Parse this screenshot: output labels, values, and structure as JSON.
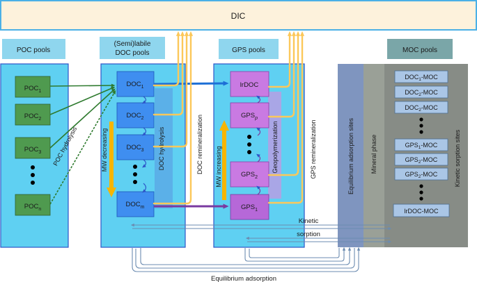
{
  "dic": {
    "label": "DIC"
  },
  "headers": {
    "poc": "POC pools",
    "doc_line1": "(Semi)labile",
    "doc_line2": "DOC pools",
    "gps": "GPS pools",
    "moc": "MOC pools"
  },
  "poc_pools": [
    {
      "base": "POC",
      "sub": "1"
    },
    {
      "base": "POC",
      "sub": "2"
    },
    {
      "base": "POC",
      "sub": "3"
    },
    {
      "base": "POC",
      "sub": "n"
    }
  ],
  "doc_pools": [
    {
      "base": "DOC",
      "sub": "1"
    },
    {
      "base": "DOC",
      "sub": "2"
    },
    {
      "base": "DOC",
      "sub": "3"
    },
    {
      "base": "DOC",
      "sub": "m"
    }
  ],
  "gps_pools": [
    {
      "base": "lrDOC",
      "sub": ""
    },
    {
      "base": "GPS",
      "sub": "p"
    },
    {
      "base": "GPS",
      "sub": "2"
    },
    {
      "base": "GPS",
      "sub": "1"
    }
  ],
  "moc_pools": [
    {
      "base": "DOC",
      "sub": "1",
      "suffix": "-MOC"
    },
    {
      "base": "DOC",
      "sub": "2",
      "suffix": "-MOC"
    },
    {
      "base": "DOC",
      "sub": "2",
      "suffix": "-MOC"
    },
    {
      "base": "GPS",
      "sub": "1",
      "suffix": "-MOC"
    },
    {
      "base": "GPS",
      "sub": "2",
      "suffix": "-MOC"
    },
    {
      "base": "GPS",
      "sub": "2",
      "suffix": "-MOC"
    },
    {
      "base": "lrDOC",
      "sub": "",
      "suffix": "-MOC"
    }
  ],
  "labels": {
    "poc_hydrolysis": "POC hydrolysis",
    "doc_hydrolysis": "DOC hydrolysis",
    "mw_decreasing": "MW decreasing",
    "mw_increasing": "MW increasing",
    "doc_remineralization": "DOC remineralization",
    "gps_remineralization": "GPS remineralization",
    "geopolymerization": "Geopolymerization",
    "equilibrium_sites": "Equilibrium adsorption sites",
    "mineral_phase": "Mineral phase",
    "kinetic_sites": "Kinetic sorption sites",
    "kinetic": "Kinetic",
    "sorption": "sorption",
    "equilibrium_adsorption": "Equilibrium adsorption"
  },
  "colors": {
    "dic_fill": "#fdf2dc",
    "dic_border": "#4ab0e6",
    "header_fill": "#8fd6ee",
    "panel_fill": "#5fd0f2",
    "panel_border": "#2d55c8",
    "poc_box": "#4f9a4f",
    "doc_box": "#3f8ef0",
    "gps_box": "#c97ae2",
    "moc_header": "#7aa6a8",
    "moc_box": "#aac6e6",
    "adsorption_strip": "#7f95bf",
    "mineral_strip": "#9aa097",
    "kinetic_strip": "#878c86",
    "remin_arrow": "#fcc85a",
    "hydrolysis_arrow": "#2e7a2e",
    "blue_arrow": "#1d6fd6",
    "purple_arrow": "#7a3aa0",
    "sorption_arrow": "#6b8bb0"
  }
}
